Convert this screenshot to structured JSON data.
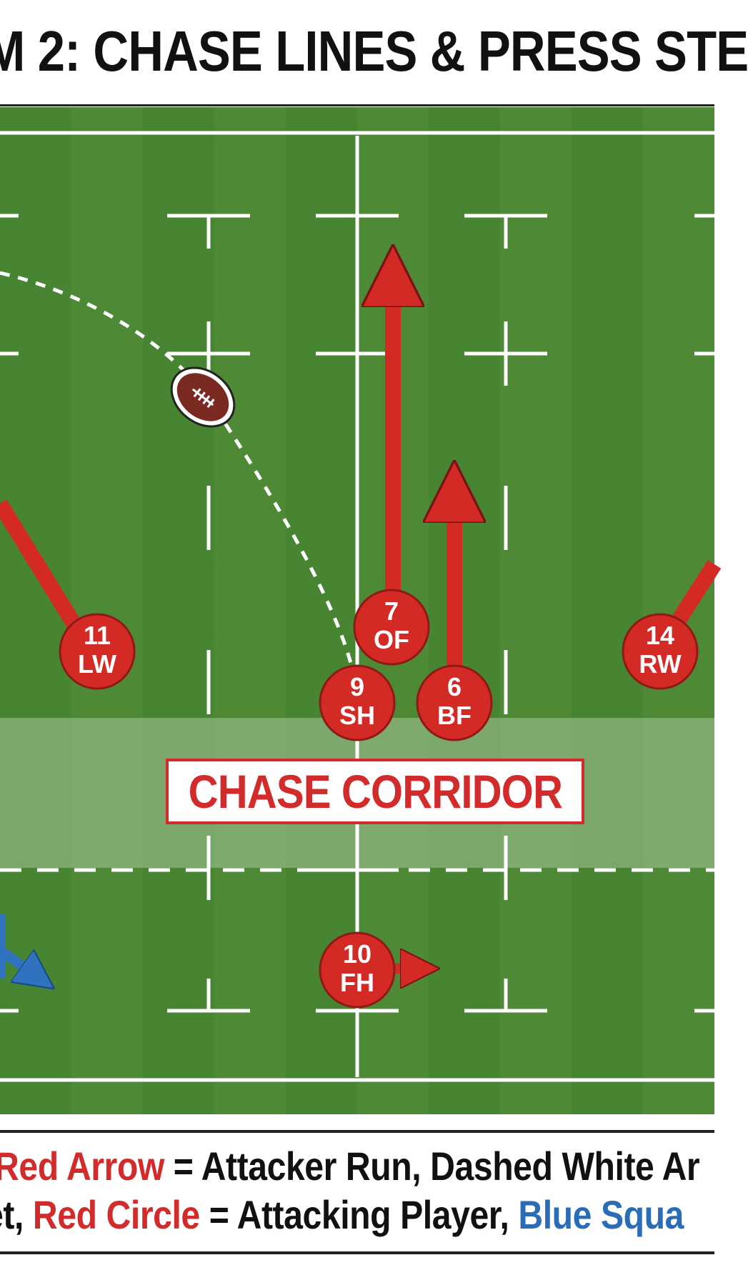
{
  "header": {
    "title": "M 2: CHASE LINES & PRESS STE"
  },
  "field": {
    "corridor_label": "CHASE CORRIDOR",
    "colors": {
      "grass_light": "#4e8a36",
      "grass_dark": "#437c2f",
      "attacker_red": "#d42a26",
      "defender_blue": "#2f73c0",
      "line_white": "#ffffff",
      "ball_brown": "#7b2a22"
    },
    "ball_icon": "rugby-ball-icon",
    "players": [
      {
        "number": "11",
        "position": "LW"
      },
      {
        "number": "7",
        "position": "OF"
      },
      {
        "number": "9",
        "position": "SH"
      },
      {
        "number": "6",
        "position": "BF"
      },
      {
        "number": "14",
        "position": "RW"
      },
      {
        "number": "10",
        "position": "FH"
      }
    ]
  },
  "legend": {
    "line1": {
      "red_term": "Red Arrow",
      "rest": " = Attacker Run, Dashed White Ar"
    },
    "line2": {
      "prefix": "et, ",
      "red_term": "Red Circle",
      "middle": " = Attacking Player, ",
      "blue_term": "Blue Squa"
    }
  }
}
